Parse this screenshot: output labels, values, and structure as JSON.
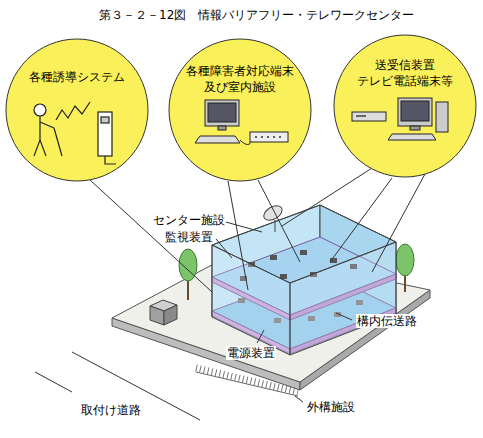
{
  "diagram": {
    "title": "第３－２－12図　情報バリアフリー・テレワークセンター",
    "nodes": [
      {
        "text": [
          "各種誘導システム"
        ]
      },
      {
        "text": [
          "各種障害者対応端末 及び室内施設"
        ]
      },
      {
        "text": [
          "送受信装置 テレビ電話端末等"
        ]
      }
    ],
    "labels": [
      "センター施設",
      "監視装置",
      "構内伝送路",
      "電源装置",
      "外構施設",
      "取付け道路"
    ]
  }
}
